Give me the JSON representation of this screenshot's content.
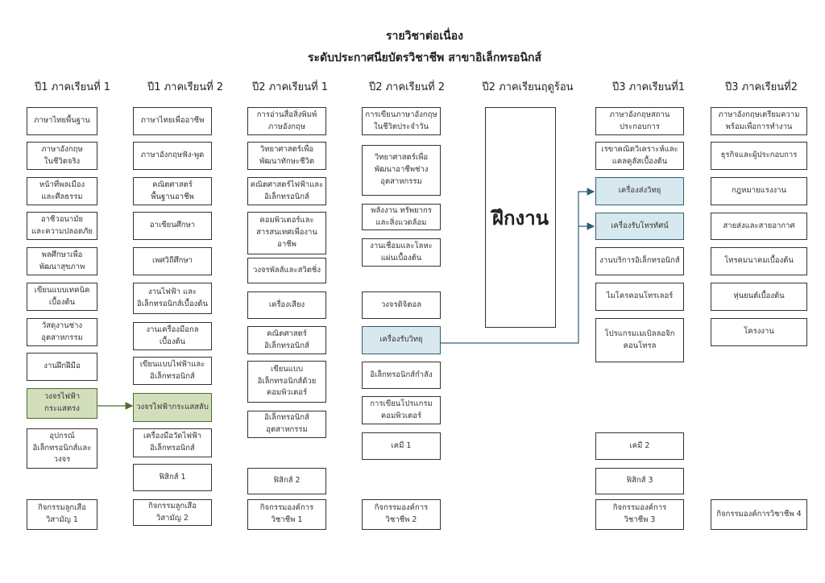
{
  "title": "รายวิชาต่อเนื่อง",
  "subtitle": "ระดับประกาศนียบัตรวิชาชีพ สาขาอิเล็กทรอนิกส์",
  "colors": {
    "green_fill": "#d3dfbb",
    "blue_fill": "#d8e8ef",
    "green_line": "#4f6b2e",
    "blue_line": "#2f5f73"
  },
  "columns": [
    {
      "header": "ปี1 ภาคเรียนที่ 1",
      "items": [
        {
          "text": "ภาษาไทยพื้นฐาน"
        },
        {
          "text": "ภาษาอังกฤษ\nในชีวิตจริง"
        },
        {
          "text": "หน้าที่พลเมือง\nและศีลธรรม"
        },
        {
          "text": "อาชีวอนามัย\nและความปลอดภัย"
        },
        {
          "text": "พลศึกษาเพื่อ\nพัฒนาสุขภาพ"
        },
        {
          "text": "เขียนแบบเทคนิค\nเบื้องต้น"
        },
        {
          "text": "วัสดุงานช่าง\nอุตสาหกรรม"
        },
        {
          "text": "งานฝึกฝีมือ"
        },
        {
          "text": "วงจรไฟฟ้า\nกระแสตรง",
          "style": "green"
        },
        {
          "text": "อุปกรณ์\nอิเล็กทรอนิกส์และ\nวงจร"
        },
        {
          "text": "กิจกรรมลูกเสือ\nวิสามัญ 1"
        }
      ]
    },
    {
      "header": "ปี1 ภาคเรียนที่ 2",
      "items": [
        {
          "text": "ภาษาไทยเพื่ออาชีพ"
        },
        {
          "text": "ภาษาอังกฤษฟัง-พูด"
        },
        {
          "text": "คณิตศาสตร์\nพื้นฐานอาชีพ"
        },
        {
          "text": "อาเซียนศึกษา"
        },
        {
          "text": "เพศวิถีศึกษา"
        },
        {
          "text": "งานไฟฟ้า และ\nอิเล็กทรอนิกส์เบื้องต้น"
        },
        {
          "text": "งานเครื่องมือกล\nเบื้องต้น"
        },
        {
          "text": "เขียนแบบไฟฟ้าและ\nอิเล็กทรอนิกส์"
        },
        {
          "text": "วงจรไฟฟ้ากระแสสลับ",
          "style": "green"
        },
        {
          "text": "เครื่องมือวัดไฟฟ้า\nอิเล็กทรอนิกส์"
        },
        {
          "text": "ฟิสิกส์ 1"
        },
        {
          "text": "กิจกรรมลูกเสือ\nวิสามัญ 2"
        }
      ]
    },
    {
      "header": "ปี2 ภาคเรียนที่ 1",
      "items": [
        {
          "text": "การอ่านสื่อสิ่งพิมพ์\nภาษอังกฤษ"
        },
        {
          "text": "วิทยาศาสตร์เพื่อ\nพัฒนาทักษะชีวิต"
        },
        {
          "text": "คณิตศาสตร์ไฟฟ้าและ\nอิเล็กทรอนิกส์"
        },
        {
          "text": "คอมพิวเตอร์และ\nสารสนเทศเพื่องาน\nอาชีพ"
        },
        {
          "text": "วงจรพัลส์และสวิตชิ่ง"
        },
        {
          "text": "เครื่องเสียง"
        },
        {
          "text": "คณิตศาสตร์\nอิเล็กทรอนิกส์"
        },
        {
          "text": "เขียนแบบ\nอิเล็กทรอนิกส์ด้วย\nคอมพิวเตอร์"
        },
        {
          "text": "อิเล็กทรอนิกส์\nอุตสาหกรรม"
        },
        {
          "text": "ฟิสิกส์ 2"
        },
        {
          "text": "กิจกรรมองค์การ\nวิชาชีพ 1"
        }
      ]
    },
    {
      "header": "ปี2 ภาคเรียนที่ 2",
      "items": [
        {
          "text": "การเขียนภาษาอังกฤษ\nในชีวิตประจำวัน"
        },
        {
          "text": "วิทยาศาสตร์เพื่อ\nพัฒนาอาชีพช่าง\nอุตสาหกรรม"
        },
        {
          "text": "พลังงาน ทรัพยากร\nและสิ่งแวดล้อม"
        },
        {
          "text": "งานเชื่อมและโลหะ\nแผ่นเบื้องต้น"
        },
        {
          "text": "วงจรดิจิตอล"
        },
        {
          "text": "เครื่องรับวิทยุ",
          "style": "blue"
        },
        {
          "text": "อิเล็กทรอนิกส์กำลัง"
        },
        {
          "text": "การเขียนโปรแกรม\nคอมพิวเตอร์"
        },
        {
          "text": "เคมี 1"
        },
        {
          "text": "กิจกรรมองค์การ\nวิชาชีพ 2"
        }
      ]
    },
    {
      "header": "ปี2 ภาคเรียนฤดูร้อน",
      "items": [
        {
          "text": "ฝึกงาน"
        }
      ]
    },
    {
      "header": "ปี3 ภาคเรียนที่1",
      "items": [
        {
          "text": "ภาษาอังกฤษสถาน\nประกอบการ"
        },
        {
          "text": "เรขาคณิตวิเคราะห์และ\nแคลคูลัสเบื้องต้น"
        },
        {
          "text": "เครื่องส่งวิทยุ",
          "style": "blue"
        },
        {
          "text": "เครื่องรับโทรทัศน์",
          "style": "blue"
        },
        {
          "text": "งานบริการอิเล็กทรอนิกส์"
        },
        {
          "text": "ไมโครคอนโทรเลอร์"
        },
        {
          "text": "โปรแกรมเมเบิลลอจิก\nคอนโทรล"
        },
        {
          "text": "เคมี 2"
        },
        {
          "text": "ฟิสิกส์ 3"
        },
        {
          "text": "กิจกรรมองค์การ\nวิชาชีพ 3"
        }
      ]
    },
    {
      "header": "ปี3 ภาคเรียนที่2",
      "items": [
        {
          "text": "ภาษาอังกฤษเตรียมความ\nพร้อมเพื่อการทำงาน"
        },
        {
          "text": "ธุรกิจและผู้ประกอบการ"
        },
        {
          "text": "กฎหมายแรงงาน"
        },
        {
          "text": "สายส่งและสายอากาศ"
        },
        {
          "text": "โทรคมนาคมเบื้องต้น"
        },
        {
          "text": "หุ่นยนต์เบื้องต้น"
        },
        {
          "text": "โครงงาน"
        },
        {
          "text": "กิจกรรมองค์การวิชาชีพ 4"
        }
      ]
    }
  ]
}
